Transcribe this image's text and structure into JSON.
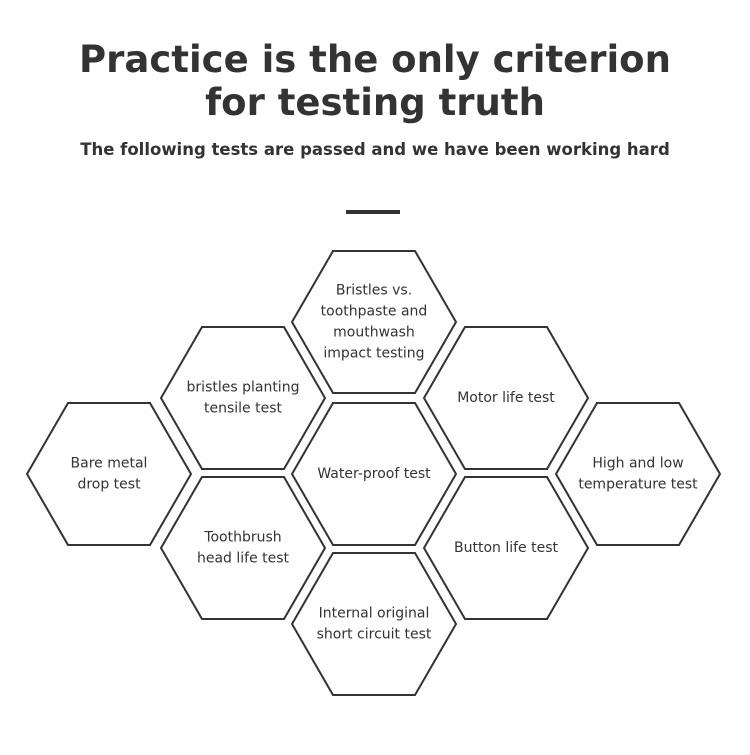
{
  "header": {
    "title_line1": "Practice is the only criterion",
    "title_line2": "for testing truth",
    "subtitle": "The following tests are passed and we have been working hard"
  },
  "tests": [
    {
      "id": "bristles-vs-toothpaste",
      "lines": [
        "Bristles vs.",
        "toothpaste and",
        "mouthwash",
        "impact testing"
      ]
    },
    {
      "id": "bristles-planting",
      "lines": [
        "bristles planting",
        "tensile test"
      ]
    },
    {
      "id": "motor-life",
      "lines": [
        "Motor life test"
      ]
    },
    {
      "id": "bare-metal-drop",
      "lines": [
        "Bare metal",
        "drop test"
      ]
    },
    {
      "id": "water-proof",
      "lines": [
        "Water-proof test"
      ]
    },
    {
      "id": "high-low-temperature",
      "lines": [
        "High and low",
        "temperature test"
      ]
    },
    {
      "id": "toothbrush-head-life",
      "lines": [
        "Toothbrush",
        "head life test"
      ]
    },
    {
      "id": "button-life",
      "lines": [
        "Button life test"
      ]
    },
    {
      "id": "internal-short-circuit",
      "lines": [
        "Internal original",
        "short circuit test"
      ]
    }
  ],
  "colors": {
    "text": "#333333",
    "hex_stroke": "#333333",
    "background": "#ffffff"
  }
}
